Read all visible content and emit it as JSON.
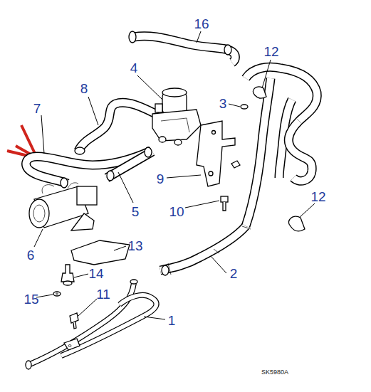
{
  "diagram": {
    "labels": [
      "16",
      "12",
      "4",
      "3",
      "8",
      "7",
      "12",
      "9",
      "5",
      "10",
      "6",
      "13",
      "14",
      "15",
      "11",
      "2",
      "1",
      "SK5980A"
    ]
  }
}
